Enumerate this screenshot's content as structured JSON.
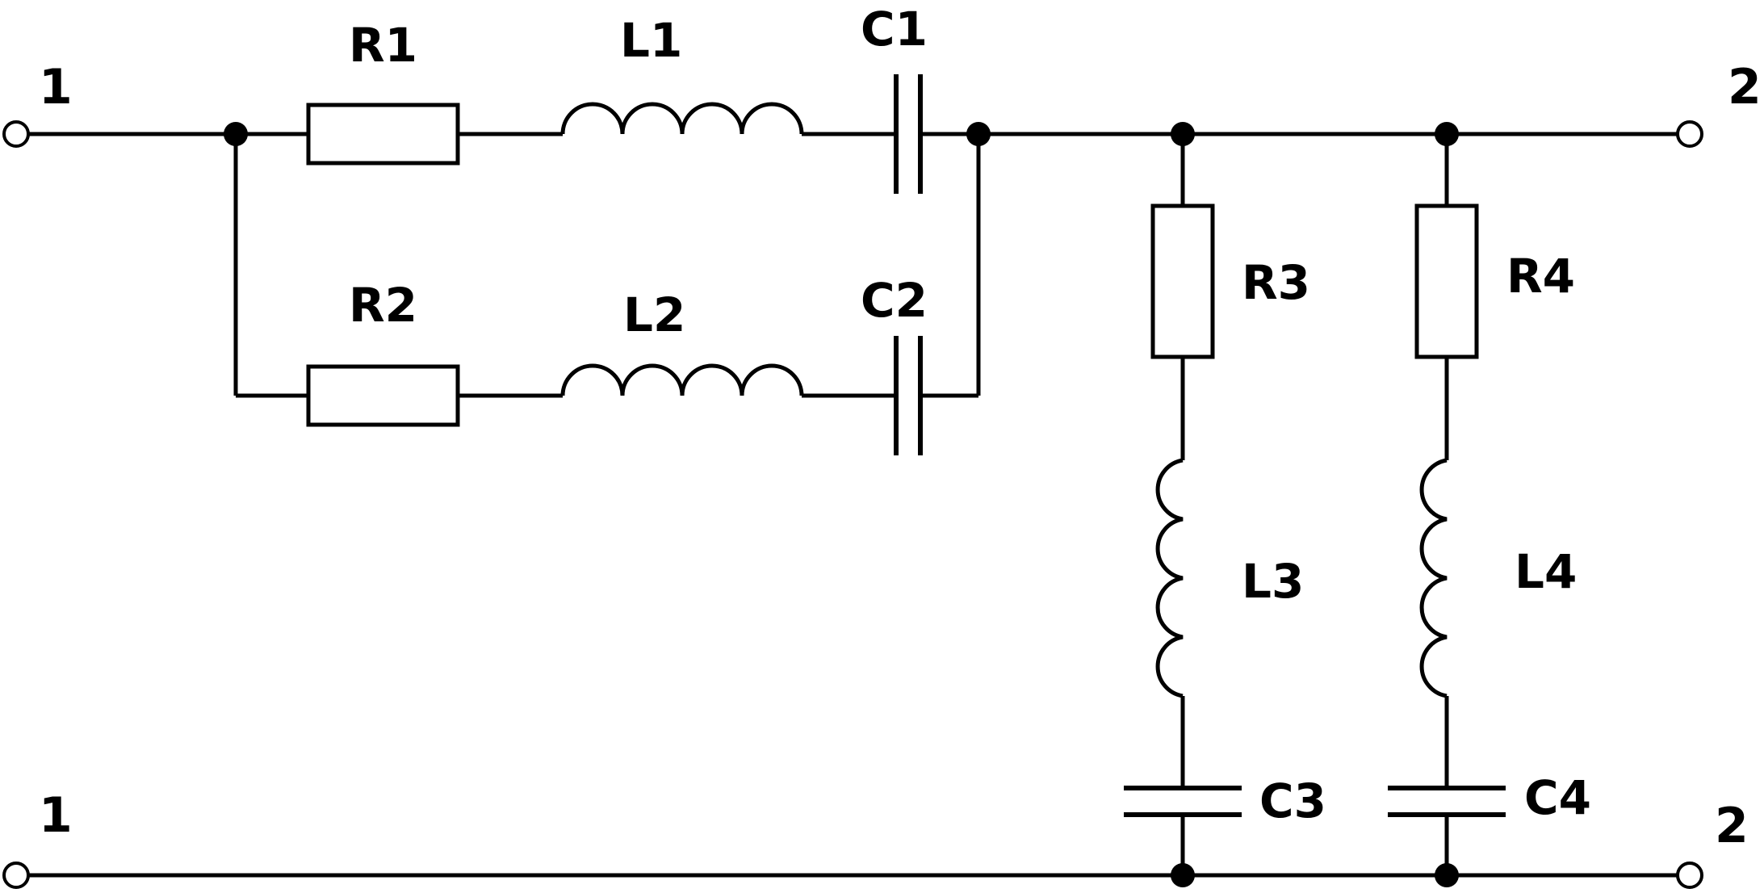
{
  "terminals": {
    "in_top": "1",
    "in_bottom": "1",
    "out_top": "2",
    "out_bottom": "2"
  },
  "components": {
    "r1": "R1",
    "l1": "L1",
    "c1": "C1",
    "r2": "R2",
    "l2": "L2",
    "c2": "C2",
    "r3": "R3",
    "l3": "L3",
    "c3": "C3",
    "r4": "R4",
    "l4": "L4",
    "c4": "C4"
  }
}
